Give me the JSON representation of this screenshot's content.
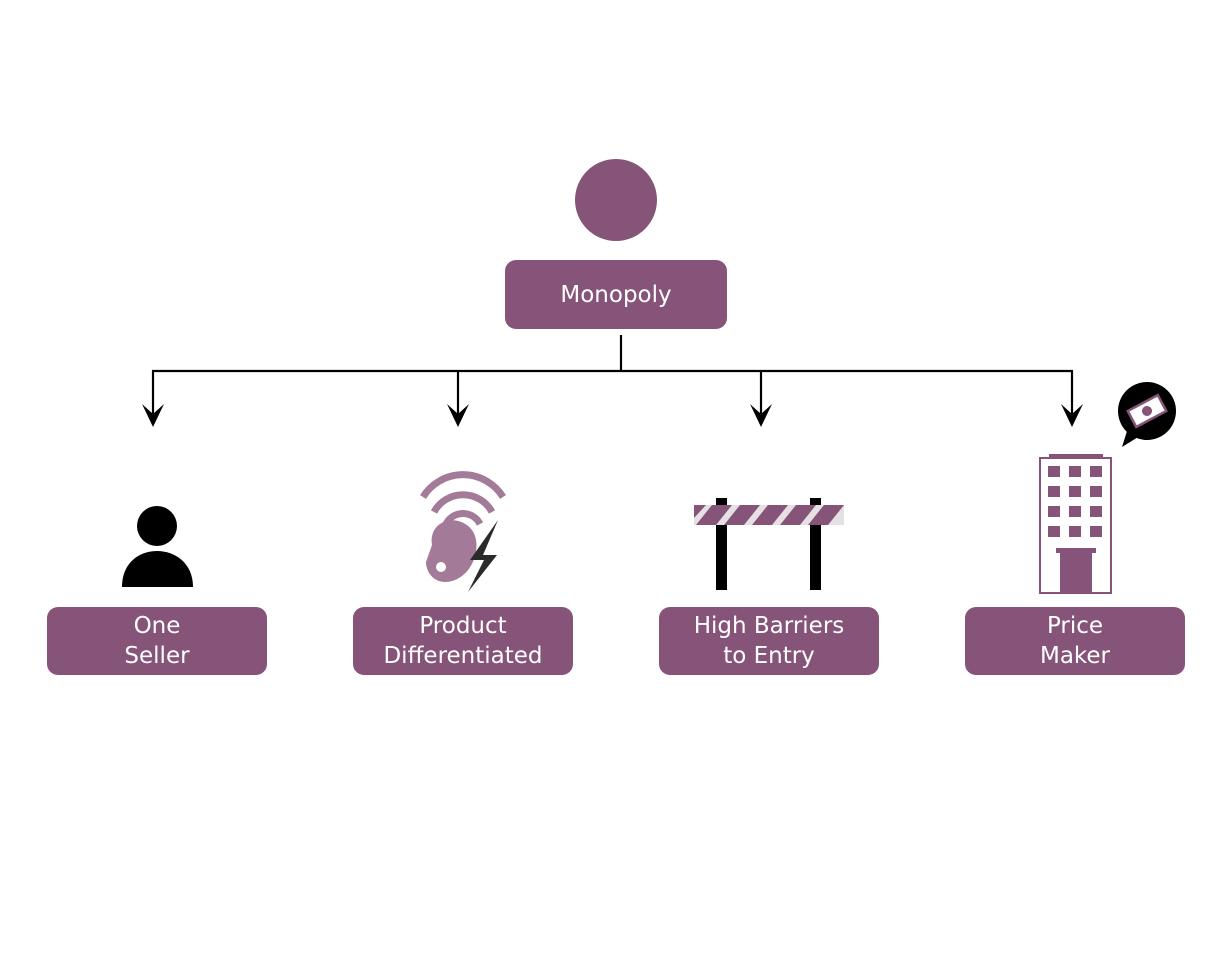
{
  "colors": {
    "accent": "#865379",
    "accent_light": "#a47a99",
    "line": "#000000",
    "label_text": "#ffffff"
  },
  "root": {
    "label": "Monopoly",
    "icon": "circle-icon"
  },
  "branches": [
    {
      "line1": "One",
      "line2": "Seller",
      "icon": "person-icon"
    },
    {
      "line1": "Product",
      "line2": "Differentiated",
      "icon": "wireless-charging-icon"
    },
    {
      "line1": "High Barriers",
      "line2": "to Entry",
      "icon": "road-barrier-icon"
    },
    {
      "line1": "Price",
      "line2": "Maker",
      "icon": "building-with-money-bubble-icon"
    }
  ]
}
